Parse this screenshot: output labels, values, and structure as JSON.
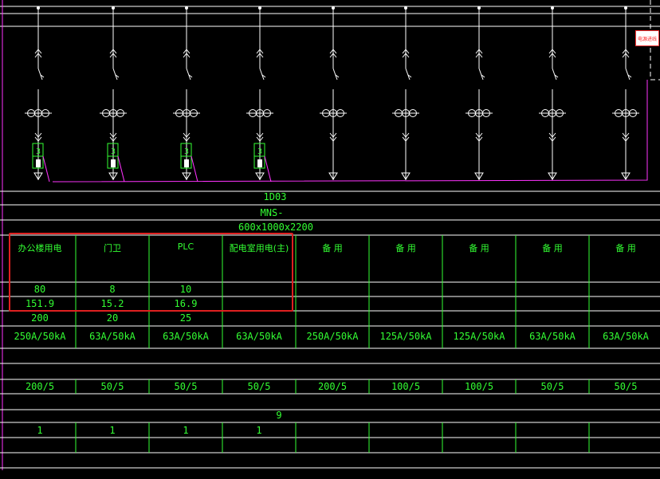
{
  "panel": {
    "code": "1D03",
    "type": "MNS-",
    "size": "600x1000x2200",
    "count": "9",
    "side_tag": "电源进线"
  },
  "circuits": [
    {
      "name": "办公楼用电",
      "power": "80",
      "current": "151.9",
      "setting": "200",
      "breaker": "250A/50kA",
      "ct": "200/5",
      "qty": "1",
      "has_meter": true
    },
    {
      "name": "门卫",
      "power": "8",
      "current": "15.2",
      "setting": "20",
      "breaker": "63A/50kA",
      "ct": "50/5",
      "qty": "1",
      "has_meter": true
    },
    {
      "name": "PLC",
      "power": "10",
      "current": "16.9",
      "setting": "25",
      "breaker": "63A/50kA",
      "ct": "50/5",
      "qty": "1",
      "has_meter": true
    },
    {
      "name": "配电室用电(主)",
      "power": "",
      "current": "",
      "setting": "",
      "breaker": "63A/50kA",
      "ct": "50/5",
      "qty": "1",
      "has_meter": true
    },
    {
      "name": "备  用",
      "power": "",
      "current": "",
      "setting": "",
      "breaker": "250A/50kA",
      "ct": "200/5",
      "qty": "",
      "has_meter": false
    },
    {
      "name": "备  用",
      "power": "",
      "current": "",
      "setting": "",
      "breaker": "125A/50kA",
      "ct": "100/5",
      "qty": "",
      "has_meter": false
    },
    {
      "name": "备  用",
      "power": "",
      "current": "",
      "setting": "",
      "breaker": "125A/50kA",
      "ct": "100/5",
      "qty": "",
      "has_meter": false
    },
    {
      "name": "备  用",
      "power": "",
      "current": "",
      "setting": "",
      "breaker": "63A/50kA",
      "ct": "50/5",
      "qty": "",
      "has_meter": false
    },
    {
      "name": "备  用",
      "power": "",
      "current": "",
      "setting": "",
      "breaker": "63A/50kA",
      "ct": "50/5",
      "qty": "",
      "has_meter": false
    }
  ],
  "colors": {
    "bus": "#ffffff",
    "grid": "#ffffff",
    "text": "#33ff33",
    "control_wire": "#ff33ff",
    "frame": "#ff33ff",
    "highlight": "#e02020"
  }
}
